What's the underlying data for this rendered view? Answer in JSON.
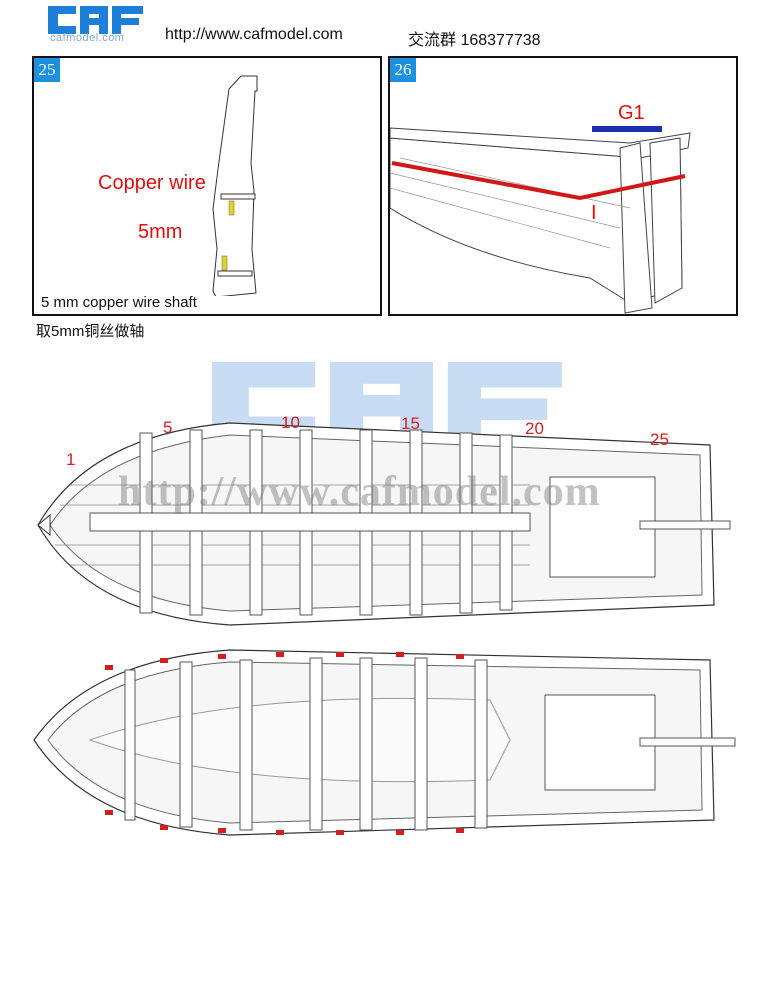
{
  "header": {
    "logo_text": "CAF",
    "logo_subtitle": "cafmodel.com",
    "url": "http://www.cafmodel.com",
    "group_label": "交流群 168377738"
  },
  "steps": [
    {
      "number": "25",
      "labels": [
        "Copper wire",
        "5mm"
      ],
      "caption_en": "5 mm copper wire shaft",
      "caption_cn": "取5mm铜丝做轴"
    },
    {
      "number": "26",
      "labels": [
        "G1",
        "I"
      ]
    }
  ],
  "watermark": {
    "logo": "CAF",
    "text": "http://www.cafmodel.com"
  },
  "frame_numbers": [
    "1",
    "5",
    "10",
    "15",
    "20",
    "25"
  ],
  "colors": {
    "brand_blue": "#1e90e0",
    "label_red": "#e01010",
    "rub_rail": "#d01818",
    "g1_blue": "#1a2eb0"
  }
}
